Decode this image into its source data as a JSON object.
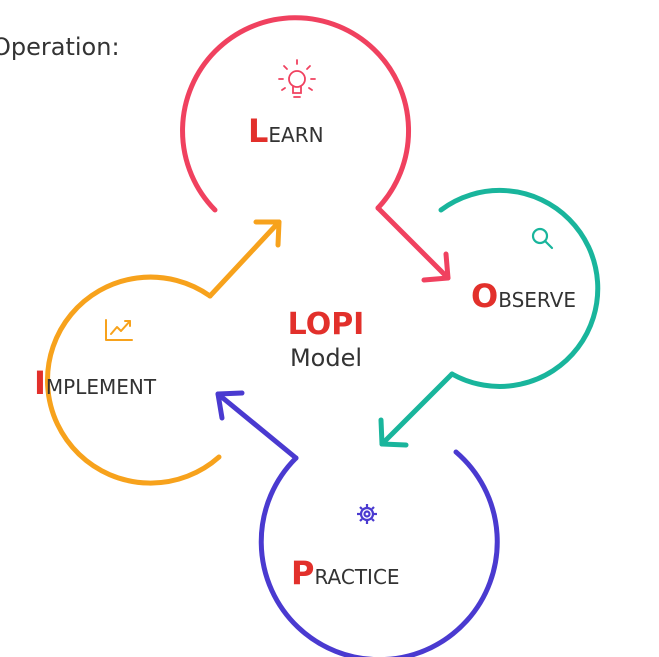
{
  "header": {
    "text": "Operation:"
  },
  "center": {
    "title": "LOPI",
    "subtitle": "Model"
  },
  "stages": {
    "learn": {
      "initial": "L",
      "rest": "EARN",
      "icon": "lightbulb-icon",
      "color": "#f0415f"
    },
    "observe": {
      "initial": "O",
      "rest": "BSERVE",
      "icon": "magnifier-icon",
      "color": "#19b59c"
    },
    "practice": {
      "initial": "P",
      "rest": "RACTICE",
      "icon": "gear-icon",
      "color": "#4a3ad0"
    },
    "implement": {
      "initial": "I",
      "rest": "MPLEMENT",
      "icon": "chart-icon",
      "color": "#f7a21c"
    }
  },
  "colors": {
    "accent_red": "#e2302b",
    "text_dark": "#333333"
  }
}
